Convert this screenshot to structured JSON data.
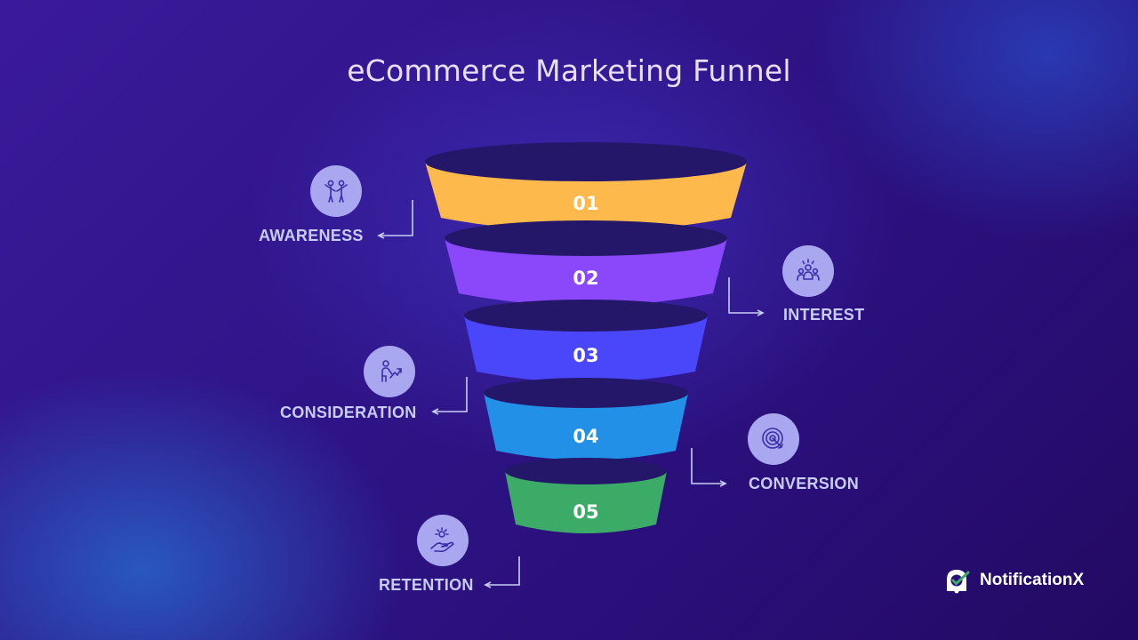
{
  "title": "eCommerce Marketing Funnel",
  "stages": [
    {
      "number": "01",
      "label": "AWARENESS",
      "color": "#fdb94b",
      "icon": "people-icon"
    },
    {
      "number": "02",
      "label": "INTEREST",
      "color": "#8b48fb",
      "icon": "audience-icon"
    },
    {
      "number": "03",
      "label": "CONSIDERATION",
      "color": "#4a47fb",
      "icon": "growth-person-icon"
    },
    {
      "number": "04",
      "label": "CONVERSION",
      "color": "#2190e6",
      "icon": "target-icon"
    },
    {
      "number": "05",
      "label": "RETENTION",
      "color": "#3bab67",
      "icon": "hand-care-icon"
    }
  ],
  "brand": {
    "name": "NotificationX",
    "icon": "notificationx-logo-icon"
  },
  "colors": {
    "top_ellipse": "#24176a",
    "label": "#c7cdf6",
    "icon_bg": "#a9a7f0",
    "icon_stroke": "#3b2ea8"
  }
}
